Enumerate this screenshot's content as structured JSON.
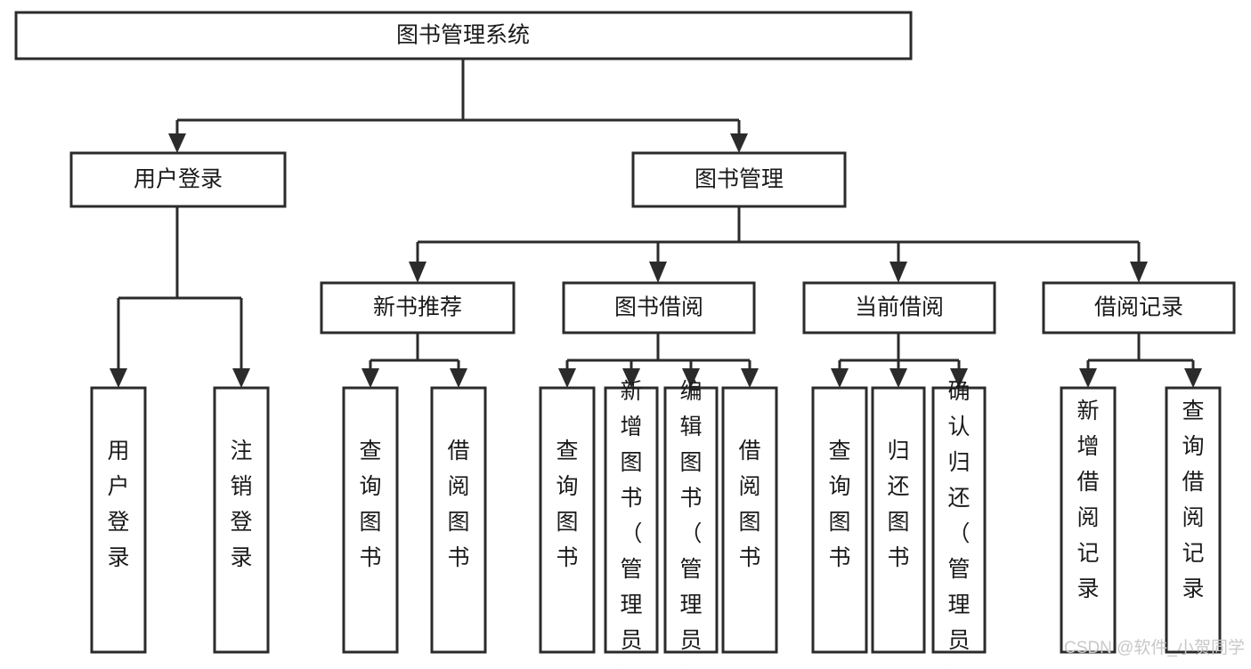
{
  "diagram": {
    "type": "tree-hierarchy-chart",
    "title": "图书管理系统",
    "orientation": "top-down",
    "levels": 3,
    "root": {
      "id": "root",
      "label": "图书管理系统",
      "text_direction": "horizontal"
    },
    "level1": [
      {
        "id": "user-login",
        "label": "用户登录",
        "text_direction": "horizontal"
      },
      {
        "id": "book-management",
        "label": "图书管理",
        "text_direction": "horizontal"
      }
    ],
    "level2": [
      {
        "id": "new-book-recommend",
        "label": "新书推荐",
        "parent": "book-management",
        "text_direction": "horizontal"
      },
      {
        "id": "book-borrow",
        "label": "图书借阅",
        "parent": "book-management",
        "text_direction": "horizontal"
      },
      {
        "id": "current-borrow",
        "label": "当前借阅",
        "parent": "book-management",
        "text_direction": "horizontal"
      },
      {
        "id": "borrow-record",
        "label": "借阅记录",
        "parent": "book-management",
        "text_direction": "horizontal"
      }
    ],
    "leaves": [
      {
        "id": "leaf-user-login",
        "label": "用户登录",
        "parent": "user-login",
        "text_direction": "vertical"
      },
      {
        "id": "leaf-logout-login",
        "label": "注销登录",
        "parent": "user-login",
        "text_direction": "vertical"
      },
      {
        "id": "leaf-query-book-1",
        "label": "查询图书",
        "parent": "new-book-recommend",
        "text_direction": "vertical"
      },
      {
        "id": "leaf-borrow-book-1",
        "label": "借阅图书",
        "parent": "new-book-recommend",
        "text_direction": "vertical"
      },
      {
        "id": "leaf-query-book-2",
        "label": "查询图书",
        "parent": "book-borrow",
        "text_direction": "vertical"
      },
      {
        "id": "leaf-add-book",
        "label": "新增图书（管理员）",
        "parent": "book-borrow",
        "text_direction": "vertical"
      },
      {
        "id": "leaf-edit-book",
        "label": "编辑图书（管理员）",
        "parent": "book-borrow",
        "text_direction": "vertical"
      },
      {
        "id": "leaf-borrow-book-2",
        "label": "借阅图书",
        "parent": "book-borrow",
        "text_direction": "vertical"
      },
      {
        "id": "leaf-query-book-3",
        "label": "查询图书",
        "parent": "current-borrow",
        "text_direction": "vertical"
      },
      {
        "id": "leaf-return-book",
        "label": "归还图书",
        "parent": "current-borrow",
        "text_direction": "vertical"
      },
      {
        "id": "leaf-confirm-return",
        "label": "确认归还（管理员）",
        "parent": "current-borrow",
        "text_direction": "vertical"
      },
      {
        "id": "leaf-add-record",
        "label": "新增借阅记录",
        "parent": "borrow-record",
        "text_direction": "vertical"
      },
      {
        "id": "leaf-query-record",
        "label": "查询借阅记录",
        "parent": "borrow-record",
        "text_direction": "vertical"
      }
    ],
    "colors": {
      "background": "#ffffff",
      "box_fill": "#ffffff",
      "box_stroke": "#2b2b2b",
      "text": "#1a1a1a",
      "watermark": "#c8c8c8"
    }
  },
  "watermark": {
    "label": "CSDN @软件_小贺同学"
  }
}
